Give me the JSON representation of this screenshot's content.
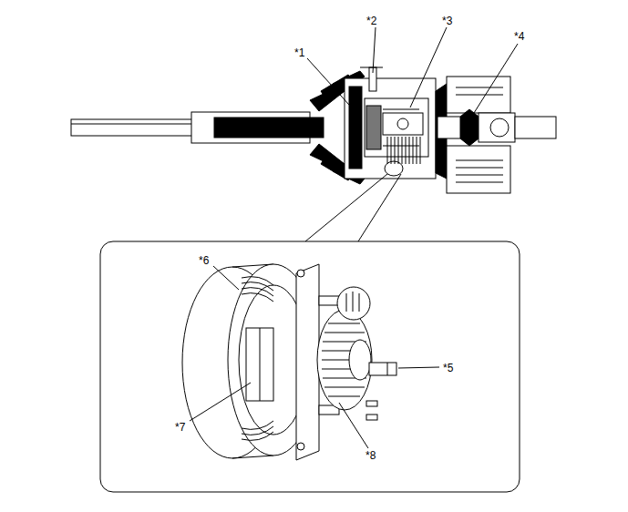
{
  "diagram": {
    "labels": [
      "*1",
      "*2",
      "*3",
      "*4",
      "*5",
      "*6",
      "*7",
      "*8"
    ]
  }
}
